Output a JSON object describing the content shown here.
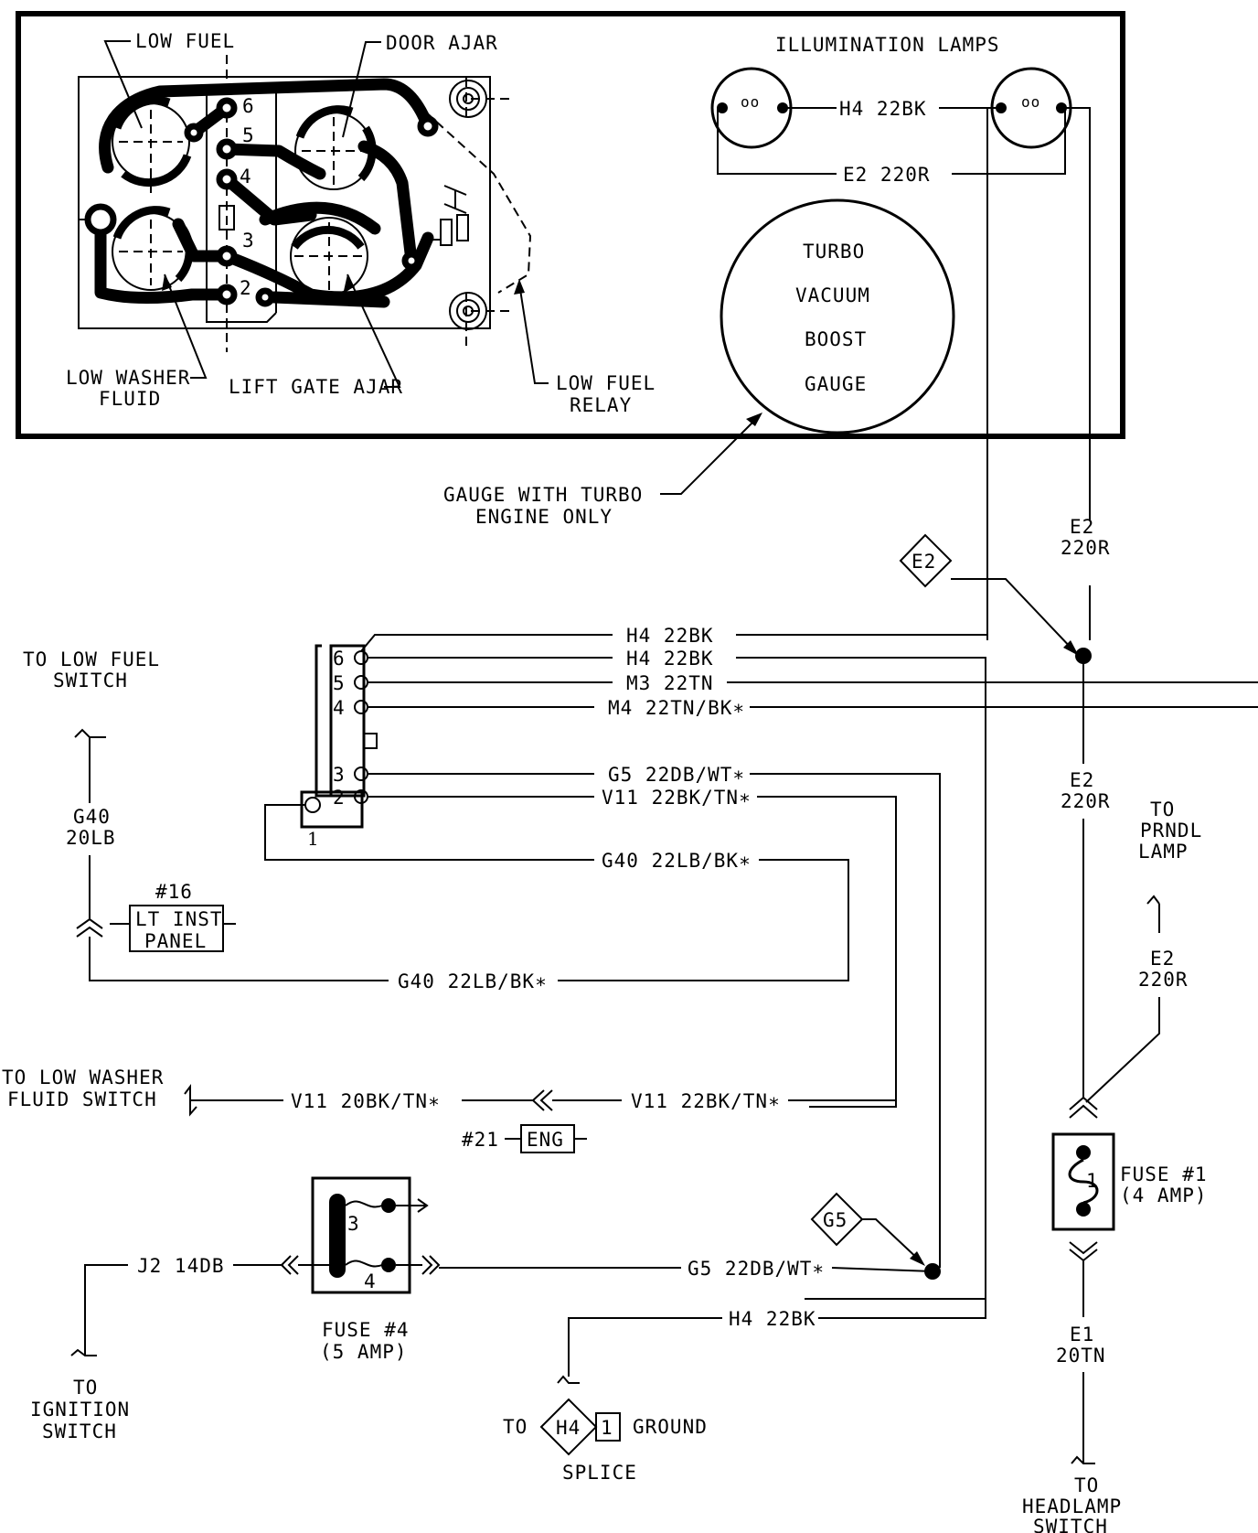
{
  "panel": {
    "low_fuel": "LOW FUEL",
    "door_ajar": "DOOR AJAR",
    "illumination_lamps": "ILLUMINATION LAMPS",
    "low_washer_fluid_1": "LOW WASHER",
    "low_washer_fluid_2": "FLUID",
    "lift_gate_ajar": "LIFT GATE AJAR",
    "low_fuel_relay_1": "LOW FUEL",
    "low_fuel_relay_2": "RELAY",
    "pins": [
      "6",
      "5",
      "4",
      "3",
      "2"
    ],
    "lamp_wire_top": "H4 22BK",
    "lamp_wire_bottom": "E2 220R",
    "gauge_lines": [
      "TURBO",
      "VACUUM",
      "BOOST",
      "GAUGE"
    ]
  },
  "gauge_note_1": "GAUGE WITH TURBO",
  "gauge_note_2": "ENGINE ONLY",
  "connector": {
    "pins": [
      "6",
      "5",
      "4",
      "3",
      "2",
      "1"
    ]
  },
  "wires": {
    "h4_top": "H4 22BK",
    "h4_second": "H4 22BK",
    "m3": "M3 22TN",
    "m4": "M4 22TN/BK∗",
    "g5": "G5 22DB/WT∗",
    "v11_upper": "V11 22BK/TN∗",
    "g40_upper": "G40 22LB/BK∗",
    "g40_lower": "G40 22LB/BK∗",
    "v11_right": "V11 22BK/TN∗",
    "v11_left": "V11 20BK/TN∗",
    "j2": "J2 14DB",
    "g5_lower": "G5 22DB/WT∗",
    "h4_bottom": "H4 22BK",
    "g40_vert_1": "G40",
    "g40_vert_2": "20LB",
    "e2_upper_1": "E2",
    "e2_upper_2": "220R",
    "e2_mid_1": "E2",
    "e2_mid_2": "220R",
    "e2_right_1": "E2",
    "e2_right_2": "220R",
    "e1_1": "E1",
    "e1_2": "20TN"
  },
  "splices": {
    "e2": "E2",
    "g5": "G5",
    "h4": "H4",
    "h4_num": "1"
  },
  "destinations": {
    "low_fuel_switch_1": "TO LOW FUEL",
    "low_fuel_switch_2": "SWITCH",
    "low_washer_switch_1": "TO LOW WASHER",
    "low_washer_switch_2": "FLUID SWITCH",
    "prndl_1": "TO",
    "prndl_2": "PRNDL",
    "prndl_3": "LAMP",
    "ignition_1": "TO",
    "ignition_2": "IGNITION",
    "ignition_3": "SWITCH",
    "ground_to": "TO",
    "ground": "GROUND",
    "splice": "SPLICE",
    "headlamp_1": "TO",
    "headlamp_2": "HEADLAMP",
    "headlamp_3": "SWITCH"
  },
  "connectors": {
    "lt_inst_num": "#16",
    "lt_inst_1": "LT INST",
    "lt_inst_2": "PANEL",
    "eng_num": "#21",
    "eng": "ENG"
  },
  "fuses": {
    "fuse1_num": "1",
    "fuse1_1": "FUSE #1",
    "fuse1_2": "(4 AMP)",
    "fuse4_pin3": "3",
    "fuse4_pin4": "4",
    "fuse4_1": "FUSE #4",
    "fuse4_2": "(5 AMP)"
  }
}
